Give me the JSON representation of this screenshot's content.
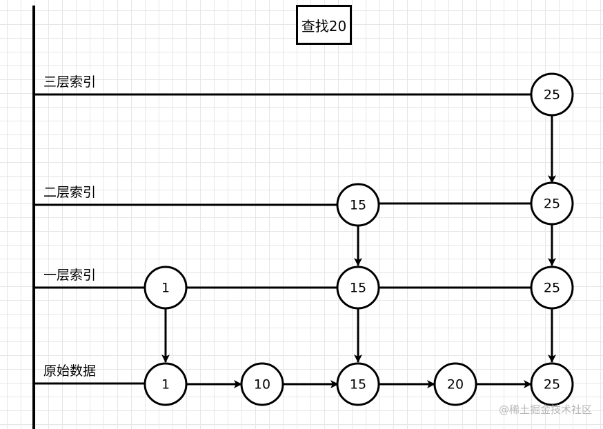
{
  "title": "查找20",
  "levels": [
    {
      "label": "三层索引",
      "nodes": [
        "25"
      ]
    },
    {
      "label": "二层索引",
      "nodes": [
        "15",
        "25"
      ]
    },
    {
      "label": "一层索引",
      "nodes": [
        "1",
        "15",
        "25"
      ]
    },
    {
      "label": "原始数据",
      "nodes": [
        "1",
        "10",
        "15",
        "20",
        "25"
      ]
    }
  ],
  "watermark": "@稀土掘金技术社区"
}
